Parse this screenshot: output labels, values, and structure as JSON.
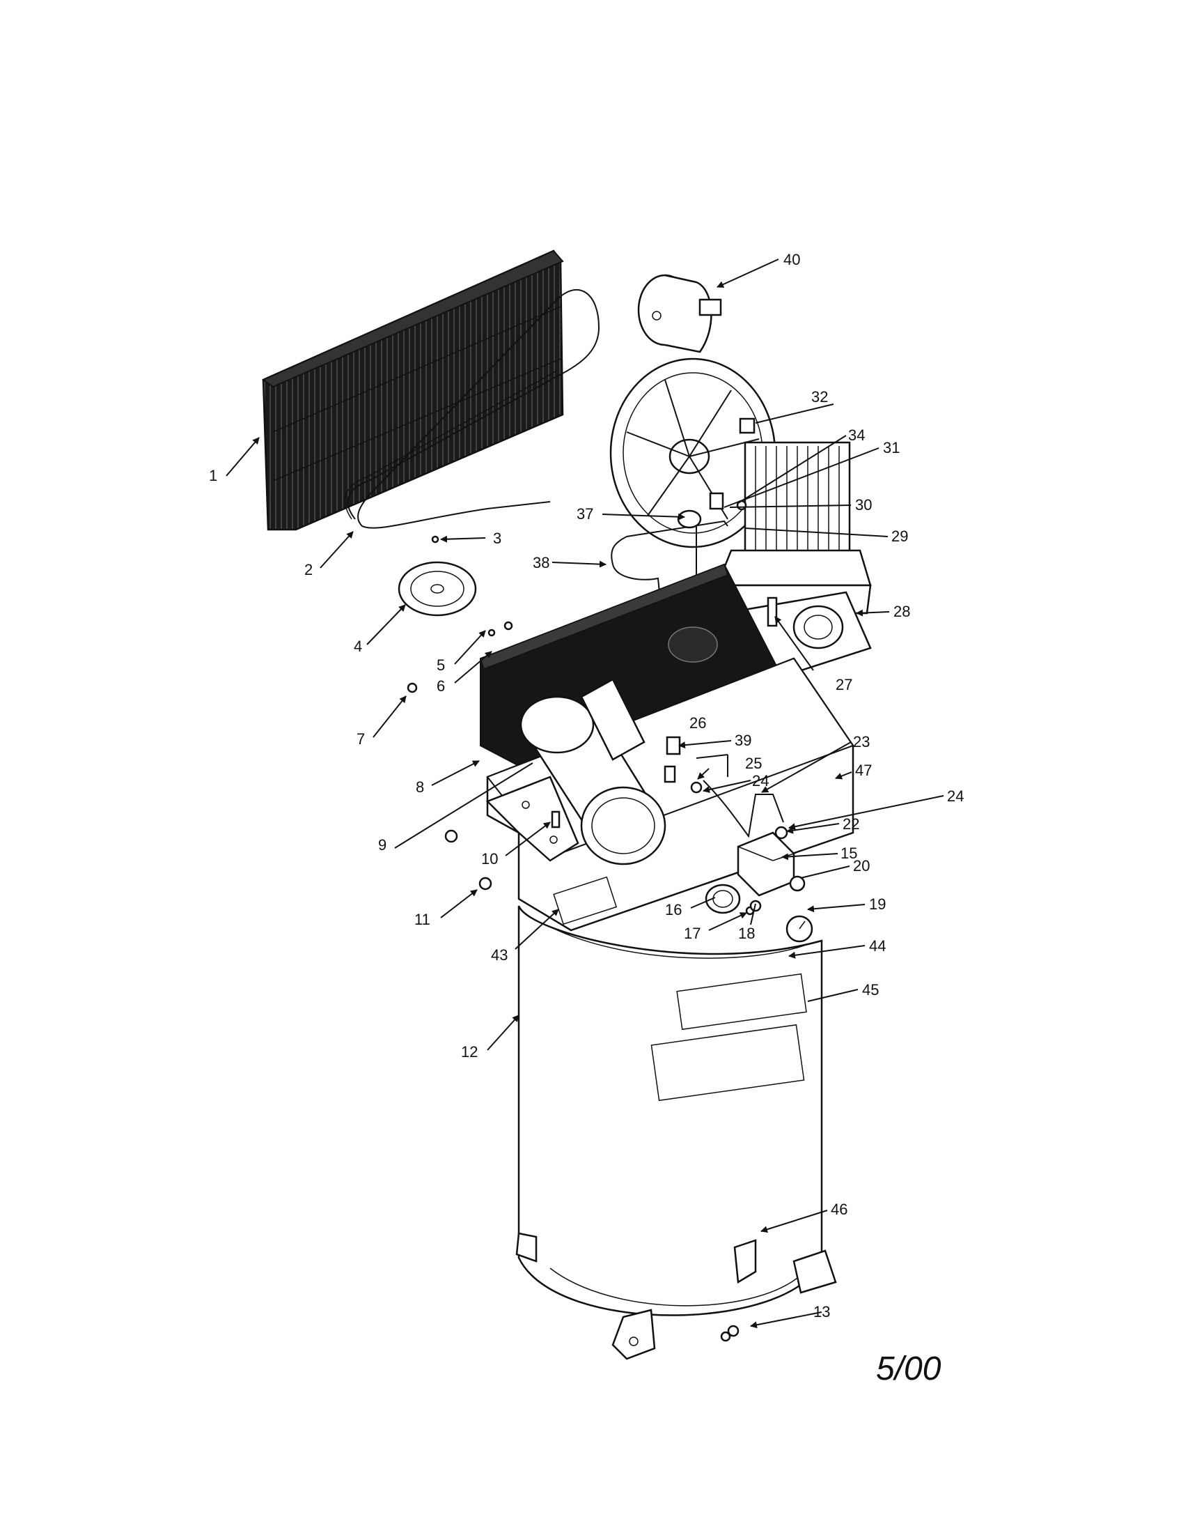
{
  "diagram": {
    "date_stamp": "5/00",
    "callouts": {
      "c1": "1",
      "c2": "2",
      "c3": "3",
      "c4": "4",
      "c5": "5",
      "c6": "6",
      "c7": "7",
      "c8": "8",
      "c9": "9",
      "c10": "10",
      "c11": "11",
      "c12": "12",
      "c13": "13",
      "c15": "15",
      "c16": "16",
      "c17": "17",
      "c18": "18",
      "c19": "19",
      "c20": "20",
      "c22": "22",
      "c23": "23",
      "c24a": "24",
      "c24b": "24",
      "c25": "25",
      "c26": "26",
      "c27": "27",
      "c28": "28",
      "c29": "29",
      "c30": "30",
      "c31": "31",
      "c32": "32",
      "c34": "34",
      "c37": "37",
      "c38": "38",
      "c39": "39",
      "c40": "40",
      "c43": "43",
      "c44": "44",
      "c45": "45",
      "c46": "46",
      "c47": "47"
    }
  }
}
